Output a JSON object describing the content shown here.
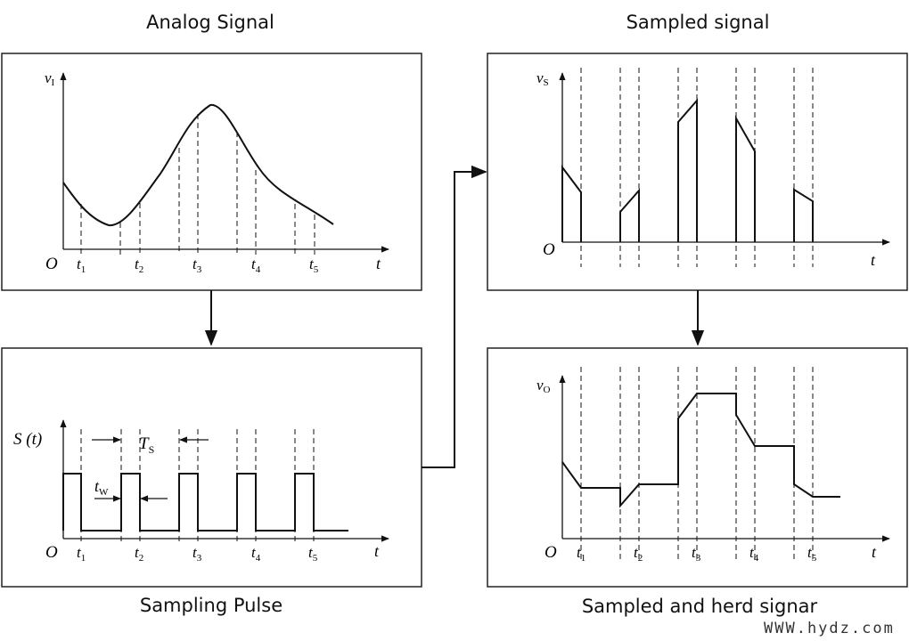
{
  "panels": {
    "analog": {
      "caption": "Analog Signal",
      "y_label": {
        "main": "v",
        "sub": "I"
      },
      "origin": "O",
      "x_axis": "t",
      "ticks": [
        {
          "main": "t",
          "sub": "1"
        },
        {
          "main": "t",
          "sub": "2"
        },
        {
          "main": "t",
          "sub": "3"
        },
        {
          "main": "t",
          "sub": "4"
        },
        {
          "main": "t",
          "sub": "5"
        }
      ]
    },
    "sampled": {
      "caption": "Sampled signal",
      "y_label": {
        "main": "v",
        "sub": "S"
      },
      "origin": "O",
      "x_axis": "t"
    },
    "pulse": {
      "caption": "Sampling Pulse",
      "y_label": "S (t)",
      "period_label": {
        "main": "T",
        "sub": "S"
      },
      "width_label": {
        "main": "t",
        "sub": "W"
      },
      "origin": "O",
      "x_axis": "t",
      "ticks": [
        {
          "main": "t",
          "sub": "1"
        },
        {
          "main": "t",
          "sub": "2"
        },
        {
          "main": "t",
          "sub": "3"
        },
        {
          "main": "t",
          "sub": "4"
        },
        {
          "main": "t",
          "sub": "5"
        }
      ]
    },
    "held": {
      "caption": "Sampled and herd signar",
      "y_label": {
        "main": "v",
        "sub": "O"
      },
      "origin": "O",
      "x_axis": "t",
      "ticks": [
        {
          "main": "t",
          "sub": "1"
        },
        {
          "main": "t",
          "sub": "2"
        },
        {
          "main": "t",
          "sub": "3"
        },
        {
          "main": "t",
          "sub": "4"
        },
        {
          "main": "t",
          "sub": "5"
        }
      ]
    }
  },
  "watermark": "WWW.hydz.com"
}
